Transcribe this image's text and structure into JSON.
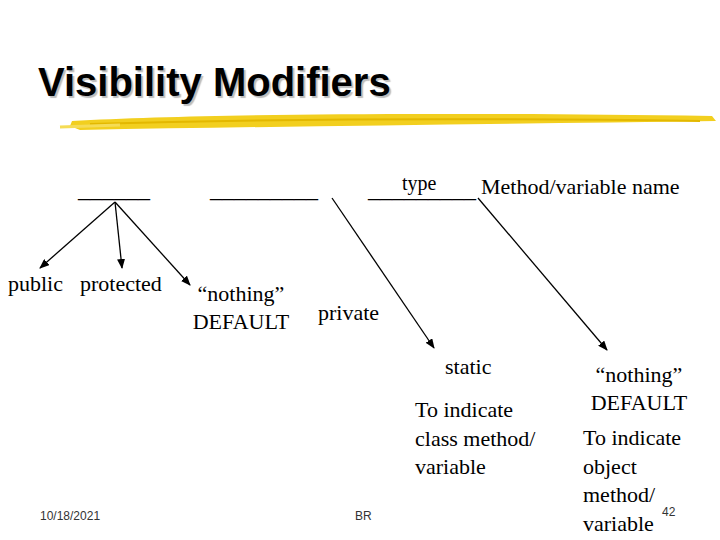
{
  "diagram": {
    "title": "Visibility Modifiers",
    "labels": [
      "type",
      "______",
      "_________",
      "_________",
      "Method/variable name",
      "public",
      "protected",
      "“nothing” DEFAULT",
      "private",
      "static",
      "To indicate class method/ variable",
      "“nothing” DEFAULT",
      "To indicate object method/ variable",
      "10/18/2021",
      "BR",
      "42"
    ]
  }
}
